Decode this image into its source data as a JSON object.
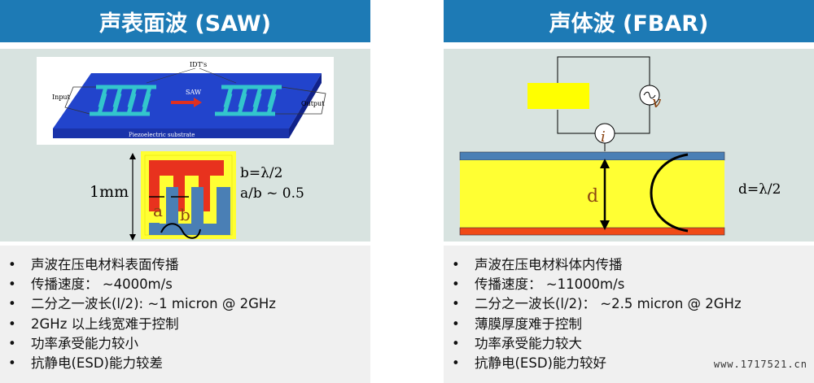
{
  "left": {
    "title": "声表面波 (SAW)",
    "figure": {
      "idt_label": "IDT's",
      "saw_label": "SAW",
      "input_label": "Input",
      "output_label": "Output",
      "substrate_label": "Piezoelectric substrate",
      "size_label": "1mm",
      "formula1": "b=λ/2",
      "formula2": "a/b ~ 0.5",
      "a_label": "a",
      "b_label": "b"
    },
    "bullets": [
      "声波在压电材料表面传播",
      "传播速度： ~4000m/s",
      "二分之一波长(l/2): ~1 micron @ 2GHz",
      "2GHz 以上线宽难于控制",
      "功率承受能力较小",
      "抗静电(ESD)能力较差"
    ]
  },
  "right": {
    "title": "声体波 (FBAR)",
    "figure": {
      "v_label": "v",
      "i_label": "i",
      "d_label": "d",
      "formula": "d=λ/2"
    },
    "bullets": [
      "声波在压电材料体内传播",
      "传播速度： ~11000m/s",
      "二分之一波长(l/2)： ~2.5 micron @ 2GHz",
      "薄膜厚度难于控制",
      "功率承受能力较大",
      "抗静电(ESD)能力较好"
    ]
  },
  "bullet_char": "•",
  "watermark": "www.1717521.cn"
}
